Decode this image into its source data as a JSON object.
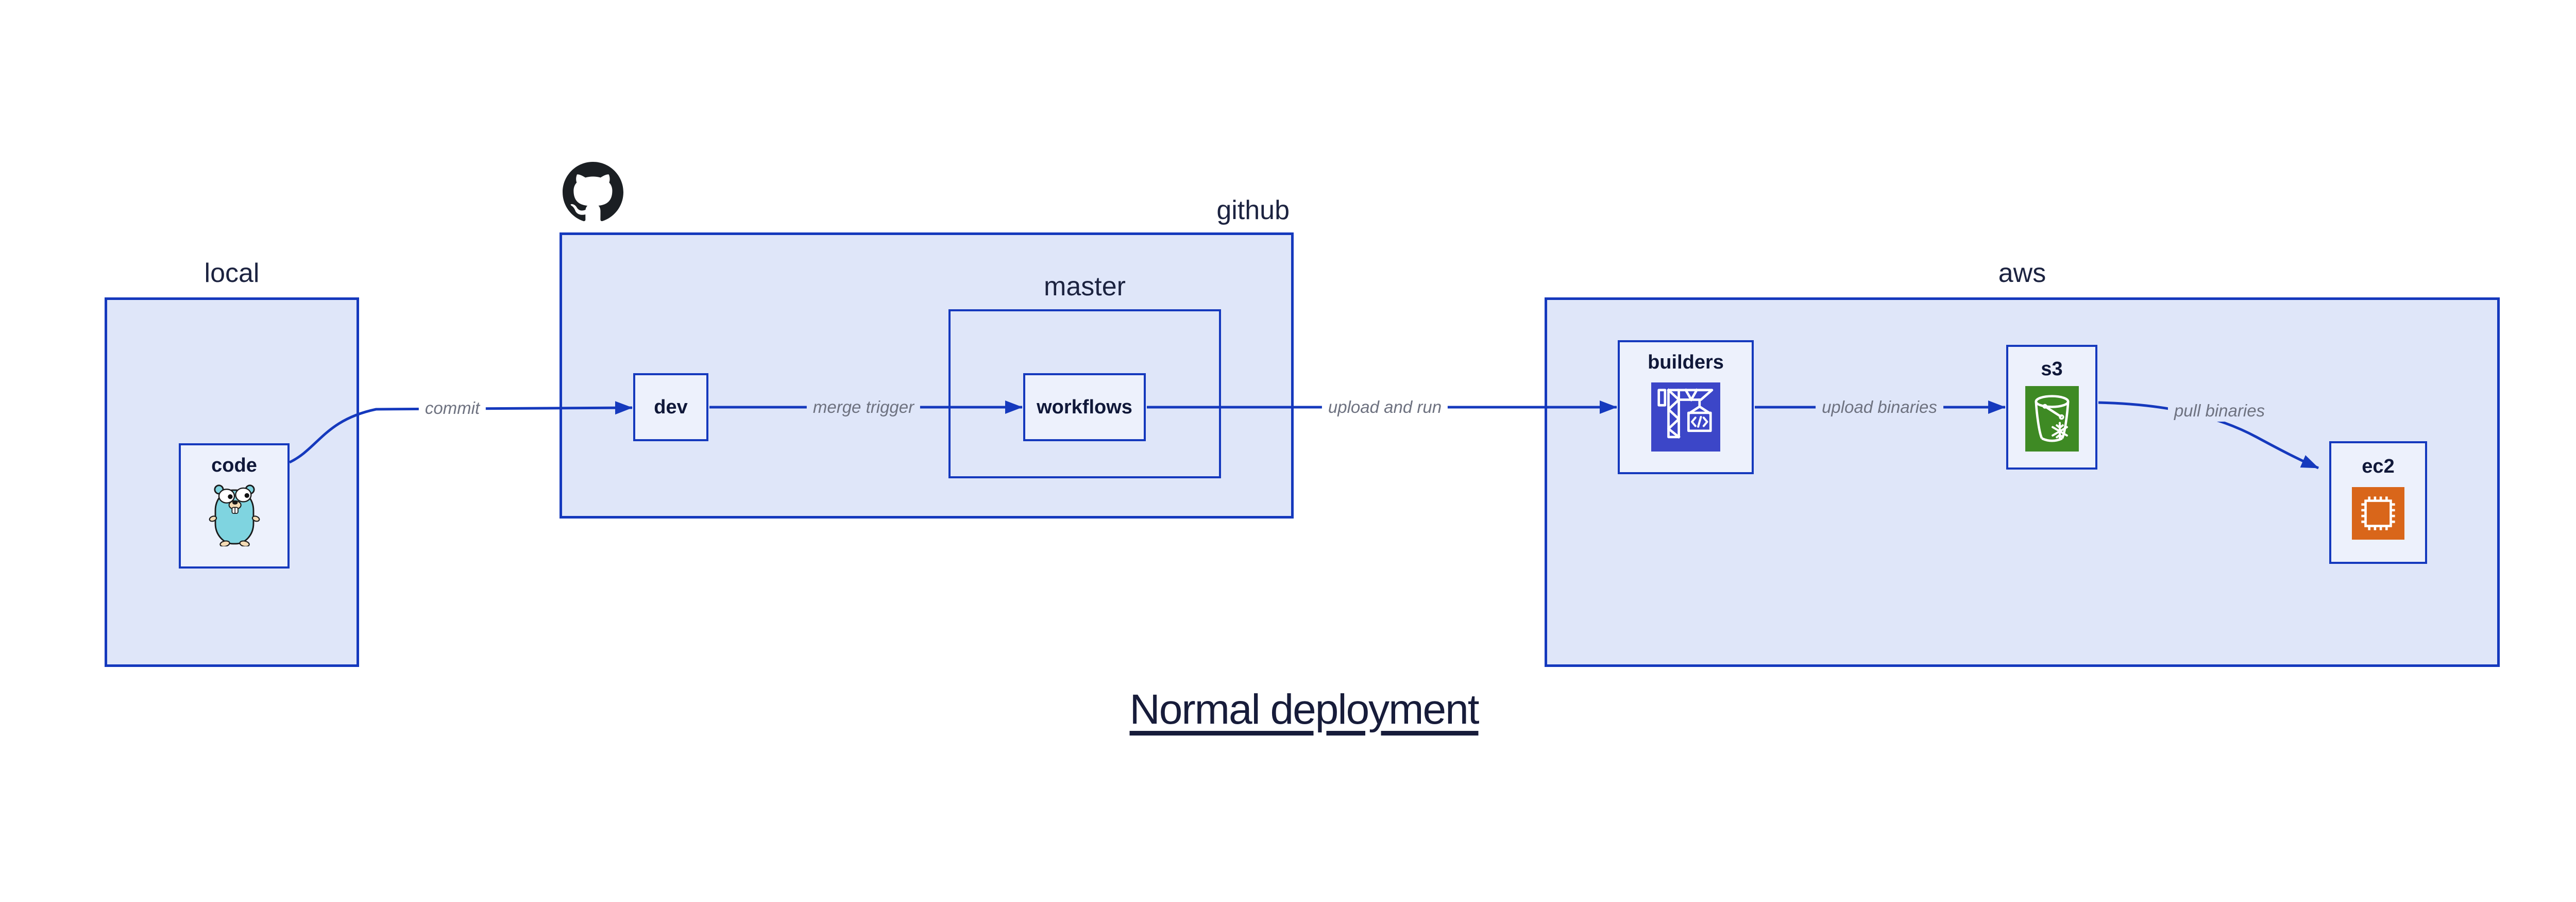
{
  "diagram": {
    "title": "Normal deployment",
    "groups": {
      "local": {
        "label": "local"
      },
      "github": {
        "label": "github"
      },
      "master": {
        "label": "master"
      },
      "aws": {
        "label": "aws"
      }
    },
    "nodes": {
      "code": {
        "label": "code",
        "icon": "go-gopher-icon"
      },
      "dev": {
        "label": "dev"
      },
      "workflows": {
        "label": "workflows"
      },
      "builders": {
        "label": "builders",
        "icon": "codebuild-crane-icon"
      },
      "s3": {
        "label": "s3",
        "icon": "s3-bucket-icon"
      },
      "ec2": {
        "label": "ec2",
        "icon": "ec2-chip-icon"
      }
    },
    "edges": [
      {
        "from": "code",
        "to": "dev",
        "label": "commit"
      },
      {
        "from": "dev",
        "to": "workflows",
        "label": "merge trigger"
      },
      {
        "from": "workflows",
        "to": "builders",
        "label": "upload and run"
      },
      {
        "from": "builders",
        "to": "s3",
        "label": "upload binaries"
      },
      {
        "from": "s3",
        "to": "ec2",
        "label": "pull binaries"
      }
    ],
    "colors": {
      "edge_blue": "#1539bd",
      "group_fill": "#dfe6f9",
      "node_fill": "#edf1fc",
      "edge_label_gray": "#6e7280",
      "title_navy": "#171c3a",
      "octocat_black": "#1b1f23",
      "codebuild_indigo": "#3c46c8",
      "s3_green": "#3e8a24",
      "ec2_orange": "#d9661a",
      "gopher_teal": "#7fd4e0"
    }
  }
}
